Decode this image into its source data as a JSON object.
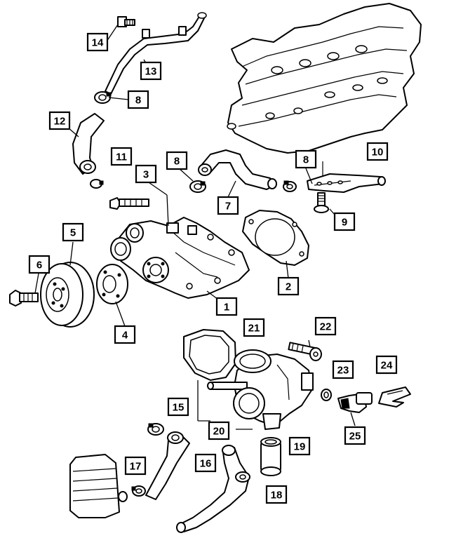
{
  "callouts": [
    {
      "id": "1",
      "label": "1"
    },
    {
      "id": "2",
      "label": "2"
    },
    {
      "id": "3",
      "label": "3"
    },
    {
      "id": "4",
      "label": "4"
    },
    {
      "id": "5",
      "label": "5"
    },
    {
      "id": "6",
      "label": "6"
    },
    {
      "id": "7",
      "label": "7"
    },
    {
      "id": "8a",
      "label": "8"
    },
    {
      "id": "8b",
      "label": "8"
    },
    {
      "id": "8c",
      "label": "8"
    },
    {
      "id": "9",
      "label": "9"
    },
    {
      "id": "10",
      "label": "10"
    },
    {
      "id": "11",
      "label": "11"
    },
    {
      "id": "12",
      "label": "12"
    },
    {
      "id": "13",
      "label": "13"
    },
    {
      "id": "14",
      "label": "14"
    },
    {
      "id": "15",
      "label": "15"
    },
    {
      "id": "16",
      "label": "16"
    },
    {
      "id": "17",
      "label": "17"
    },
    {
      "id": "18",
      "label": "18"
    },
    {
      "id": "19",
      "label": "19"
    },
    {
      "id": "20",
      "label": "20"
    },
    {
      "id": "21",
      "label": "21"
    },
    {
      "id": "22",
      "label": "22"
    },
    {
      "id": "23",
      "label": "23"
    },
    {
      "id": "24",
      "label": "24"
    },
    {
      "id": "25",
      "label": "25"
    }
  ]
}
